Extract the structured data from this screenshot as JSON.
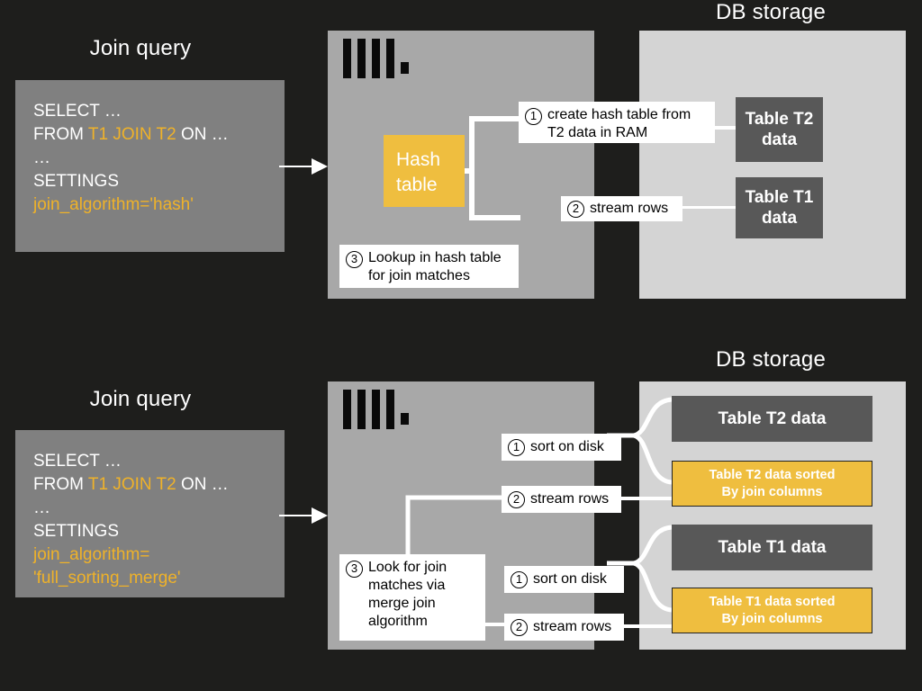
{
  "meta": {
    "background_color": "#1e1e1c",
    "accent_color": "#efbe3f",
    "engine_panel_color": "#a8a8a8",
    "storage_panel_color": "#d4d4d4",
    "table_box_color": "#585858",
    "query_box_color": "#808080"
  },
  "hash_join": {
    "query_title": "Join query",
    "storage_title": "DB storage",
    "query": {
      "line1": "SELECT …",
      "line2_prefix": "FROM ",
      "line2_tables": "T1 JOIN T2",
      "line2_suffix": " ON …",
      "line3": "…",
      "line4": "SETTINGS",
      "line5": "join_algorithm='hash'"
    },
    "hash_table": {
      "label_line1": "Hash",
      "label_line2": "table"
    },
    "callouts": [
      {
        "num": "1",
        "text": "create hash table from\nT2 data in RAM"
      },
      {
        "num": "2",
        "text": "stream rows"
      },
      {
        "num": "3",
        "text": "Lookup in hash table\nfor join matches"
      }
    ],
    "storage_tables": [
      {
        "label": "Table T2\ndata"
      },
      {
        "label": "Table T1\ndata"
      }
    ],
    "logo_name": "clickhouse-logo"
  },
  "merge_join": {
    "query_title": "Join query",
    "storage_title": "DB storage",
    "query": {
      "line1": "SELECT …",
      "line2_prefix": "FROM ",
      "line2_tables": "T1 JOIN T2",
      "line2_suffix": " ON …",
      "line3": "…",
      "line4": "SETTINGS",
      "line5": "join_algorithm=",
      "line6": "'full_sorting_merge'"
    },
    "callouts": [
      {
        "num": "1",
        "text": "sort on disk"
      },
      {
        "num": "2",
        "text": "stream rows"
      },
      {
        "num": "1",
        "text": "sort on disk"
      },
      {
        "num": "2",
        "text": "stream rows"
      },
      {
        "num": "3",
        "text": "Look for join\nmatches via\nmerge join\nalgorithm"
      }
    ],
    "storage_tables": [
      {
        "label": "Table T2 data",
        "kind": "raw"
      },
      {
        "label": "Table T2 data sorted\nBy join columns",
        "kind": "sorted"
      },
      {
        "label": "Table T1 data",
        "kind": "raw"
      },
      {
        "label": "Table T1 data sorted\nBy join columns",
        "kind": "sorted"
      }
    ],
    "logo_name": "clickhouse-logo"
  }
}
